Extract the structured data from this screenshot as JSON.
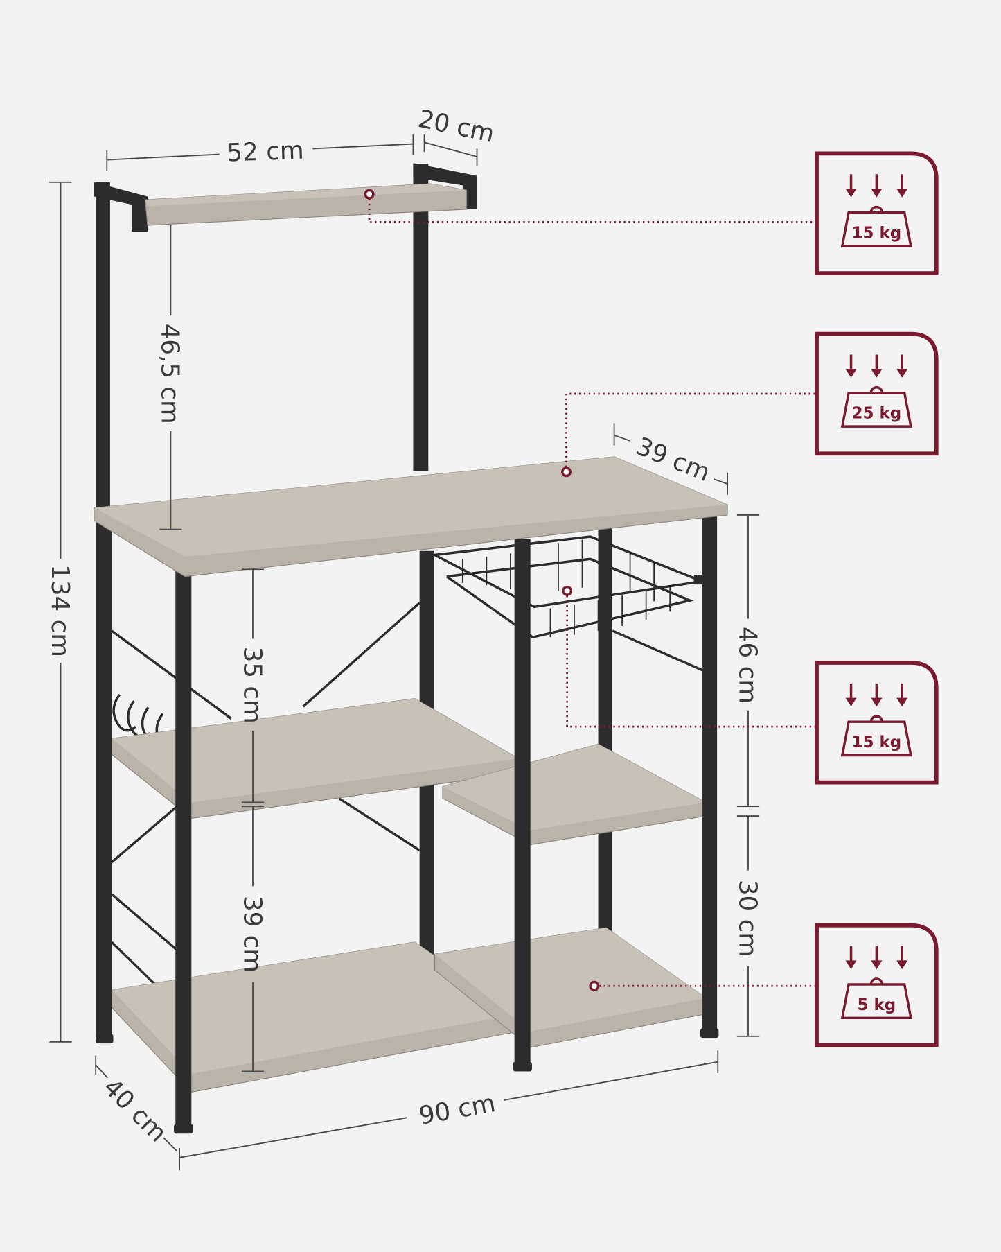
{
  "dimensions": {
    "top_shelf_width": "52 cm",
    "top_shelf_depth": "20 cm",
    "top_clearance": "46,5 cm",
    "total_height": "134 cm",
    "worktop_depth": "39 cm",
    "middle_left_gap": "35 cm",
    "bottom_left_gap": "39 cm",
    "right_upper_gap": "46 cm",
    "right_lower_gap": "30 cm",
    "overall_depth": "40 cm",
    "overall_width": "90 cm"
  },
  "load_badges": [
    {
      "label": "15 kg",
      "icon": "weight-load-icon"
    },
    {
      "label": "25 kg",
      "icon": "weight-load-icon"
    },
    {
      "label": "15 kg",
      "icon": "weight-load-icon"
    },
    {
      "label": "5 kg",
      "icon": "weight-load-icon"
    }
  ],
  "colors": {
    "accent": "#7a1a2e",
    "background": "#f3f3f3",
    "frame": "#2c2c2c",
    "wood": "#b9b3aa"
  }
}
